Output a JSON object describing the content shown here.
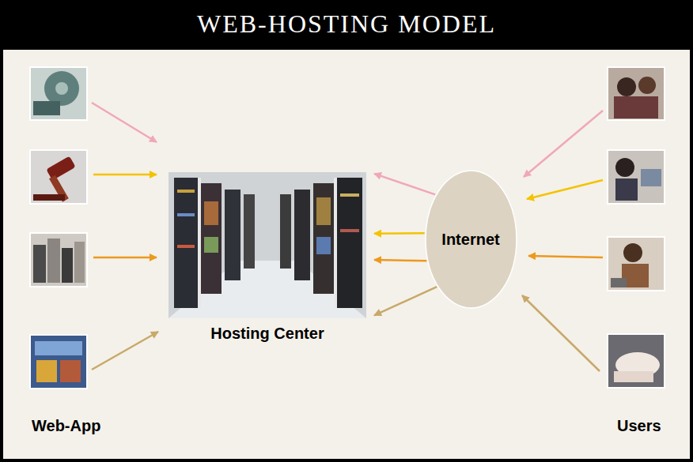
{
  "diagram": {
    "title": "WEB-HOSTING MODEL",
    "nodes": [
      {
        "text": [
          "Hosting Center"
        ]
      },
      {
        "text": [
          "Internet"
        ]
      }
    ],
    "edges": [
      {
        "from": 1,
        "to": 0,
        "arrow": "to"
      },
      {
        "from": 1,
        "to": 0,
        "arrow": "to"
      },
      {
        "from": 1,
        "to": 0,
        "arrow": "to"
      },
      {
        "from": 1,
        "to": 0,
        "arrow": "to"
      }
    ],
    "labels": [
      "Web-App",
      "Users"
    ]
  }
}
